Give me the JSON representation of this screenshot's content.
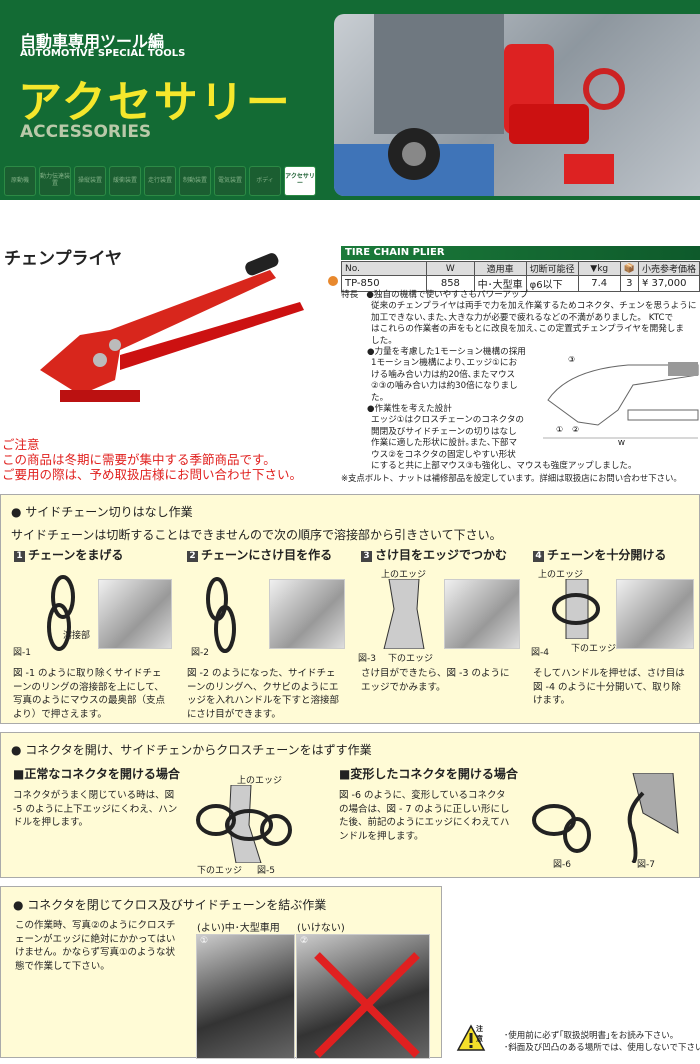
{
  "header": {
    "subtitle": "自動車専用ツール編",
    "subtitle_en": "AUTOMOTIVE SPECIAL TOOLS",
    "title": "アクセサリー",
    "title_en": "ACCESSORIES",
    "tabs": [
      {
        "label": "原動機"
      },
      {
        "label": "動力伝達装置"
      },
      {
        "label": "操縦装置"
      },
      {
        "label": "緩衝装置"
      },
      {
        "label": "走行装置"
      },
      {
        "label": "制動装置"
      },
      {
        "label": "電気装置"
      },
      {
        "label": "ボディ"
      },
      {
        "label": "アクセサリー",
        "active": true
      }
    ]
  },
  "product": {
    "title": "チェンプライヤ",
    "name_en": "TIRE CHAIN PLIER",
    "table": {
      "headers": [
        "No.",
        "W",
        "適用車",
        "切断可能径",
        "▼kg",
        "📦",
        "小売参考価格"
      ],
      "row": [
        "TP-850",
        "858",
        "中･大型車",
        "φ6以下",
        "7.4",
        "3",
        "¥ 37,000"
      ]
    },
    "features_label": "特長",
    "features": [
      {
        "title": "●独自の機構で使いやすさもパワーアップ",
        "lines": [
          "従来のチェンプライヤは両手で力を加え作業するためコネクタ、チェンを思うように",
          "加工できない､また､大きな力が必要で疲れるなどの不満がありました。 KTCで",
          "はこれらの作業者の声をもとに改良を加え､この定置式チェンプライヤを開発しま",
          "した。"
        ]
      },
      {
        "title": "●力量を考慮した1モーション機構の採用",
        "lines": [
          "1モーション機構により､エッジ①にお",
          "ける噛み合い力は約20倍､またマウス",
          "②③の噛み合い力は約30倍になりまし",
          "た。"
        ]
      },
      {
        "title": "●作業性を考えた設計",
        "lines": [
          "エッジ①はクロスチェーンのコネクタの",
          "開閉及びサイドチェーンの切りはなし",
          "作業に適した形状に設計｡また､下部マ",
          "ウス②をコネクタの固定しやすい形状",
          "にすると共に上部マウス③も強化し、マウスも強度アップしました。"
        ]
      }
    ],
    "footnote": "※支点ボルト、ナットは補修部品を設定しています。詳細は取扱店にお問い合わせ下さい。",
    "diagram_labels": {
      "c1": "①",
      "c2": "②",
      "c3": "③",
      "w": "W"
    }
  },
  "notice": {
    "title": "ご注意",
    "lines": [
      "この商品は冬期に需要が集中する季節商品です。",
      "ご要用の際は、予め取扱店様にお問い合わせ下さい。"
    ]
  },
  "section1": {
    "title": "● サイドチェーン切りはなし作業",
    "intro": "サイドチェーンは切断することはできませんので次の順序で溶接部から引きさいて下さい。",
    "steps": [
      {
        "num": "1",
        "title": "チェーンをまげる",
        "fig": "図-1",
        "label": "溶接部",
        "text": [
          "図 -1 のように取り除くサイドチェ",
          "ーンのリングの溶接部を上にして、",
          "写真のようにマウスの最奥部（支点",
          "より）で押さえます。"
        ]
      },
      {
        "num": "2",
        "title": "チェーンにさけ目を作る",
        "fig": "図-2",
        "text": [
          "図 -2 のようになった、サイドチェ",
          "ーンのリングへ、クサビのようにエ",
          "ッジを入れハンドルを下すと溶接部",
          "にさけ目ができます。"
        ]
      },
      {
        "num": "3",
        "title": "さけ目をエッジでつかむ",
        "fig": "図-3",
        "top": "上のエッジ",
        "bottom": "下のエッジ",
        "text": [
          "さけ目ができたら、図 -3 のように",
          "エッジでかみます。"
        ]
      },
      {
        "num": "4",
        "title": "チェーンを十分開ける",
        "fig": "図-4",
        "top": "上のエッジ",
        "bottom": "下のエッジ",
        "text": [
          "そしてハンドルを押せば、さけ目は",
          "図 -4 のように十分開いて、取り除",
          "けます。"
        ]
      }
    ]
  },
  "section2": {
    "title": "● コネクタを開け、サイドチェンからクロスチェーンをはずす作業",
    "left": {
      "title": "■正常なコネクタを開ける場合",
      "text": [
        "コネクタがうまく閉じている時は、図",
        "-5 のように上下エッジにくわえ、ハン",
        "ドルを押します。"
      ],
      "top": "上のエッジ",
      "bottom": "下のエッジ",
      "fig": "図-5"
    },
    "right": {
      "title": "■変形したコネクタを開ける場合",
      "text": [
        "図 -6 のように、変形しているコネクタ",
        "の場合は、図 - 7 のように正しい形にし",
        "た後、前記のようにエッジにくわえてハ",
        "ンドルを押します。"
      ],
      "fig6": "図-6",
      "fig7": "図-7"
    }
  },
  "section3": {
    "title": "● コネクタを閉じてクロス及びサイドチェーンを結ぶ作業",
    "text": [
      "この作業時、写真②のようにクロスチ",
      "ェーンがエッジに絶対にかかってはい",
      "けません。かならず写真①のような状",
      "態で作業して下さい。"
    ],
    "good": "(よい)中･大型車用",
    "bad": "(いけない)",
    "n1": "①",
    "n2": "②"
  },
  "warning": {
    "label": "注意",
    "lines": [
      "･使用前に必ず｢取扱説明書｣をお読み下さい。",
      "･斜面及び凹凸のある場所では、使用しないで下さい。"
    ]
  },
  "colors": {
    "green": "#136b34",
    "yellow": "#f5e72c",
    "red": "#e0201e",
    "bg": "#fffbd6"
  }
}
